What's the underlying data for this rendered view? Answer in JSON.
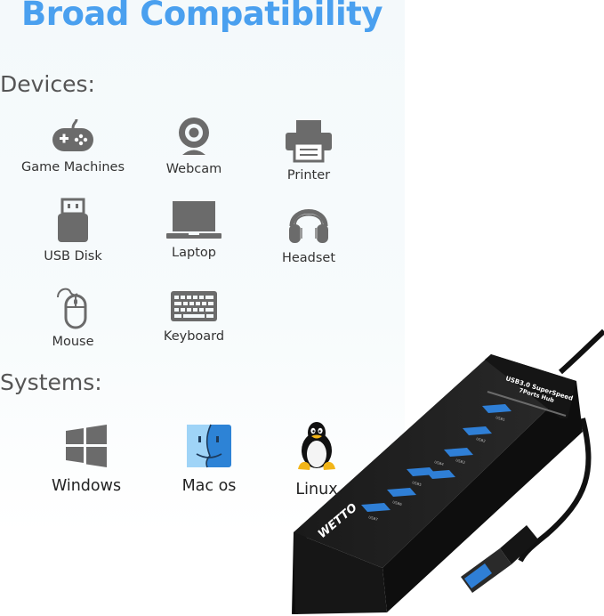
{
  "title": "Broad Compatibility",
  "devices": {
    "heading": "Devices:",
    "items": [
      {
        "label": "Game Machines",
        "icon": "gamepad-icon"
      },
      {
        "label": "Webcam",
        "icon": "webcam-icon"
      },
      {
        "label": "Printer",
        "icon": "printer-icon"
      },
      {
        "label": "USB Disk",
        "icon": "usb-disk-icon"
      },
      {
        "label": "Laptop",
        "icon": "laptop-icon"
      },
      {
        "label": "Headset",
        "icon": "headset-icon"
      },
      {
        "label": "Mouse",
        "icon": "mouse-icon"
      },
      {
        "label": "Keyboard",
        "icon": "keyboard-icon"
      }
    ]
  },
  "systems": {
    "heading": "Systems:",
    "items": [
      {
        "label": "Windows",
        "icon": "windows-logo-icon"
      },
      {
        "label": "Mac os",
        "icon": "mac-os-logo-icon"
      },
      {
        "label": "Linux",
        "icon": "linux-penguin-icon"
      }
    ]
  },
  "hub": {
    "label_top": "USB3.0 SuperSpeed",
    "label_bottom": "7Ports Hub",
    "brand": "WETTO",
    "ports": [
      "USB1",
      "USB2",
      "USB3",
      "USB4",
      "USB5",
      "USB6",
      "USB7"
    ]
  },
  "colors": {
    "title": "#4aa0ef",
    "icon": "#6b6b6b",
    "port": "#2f7fd6"
  }
}
